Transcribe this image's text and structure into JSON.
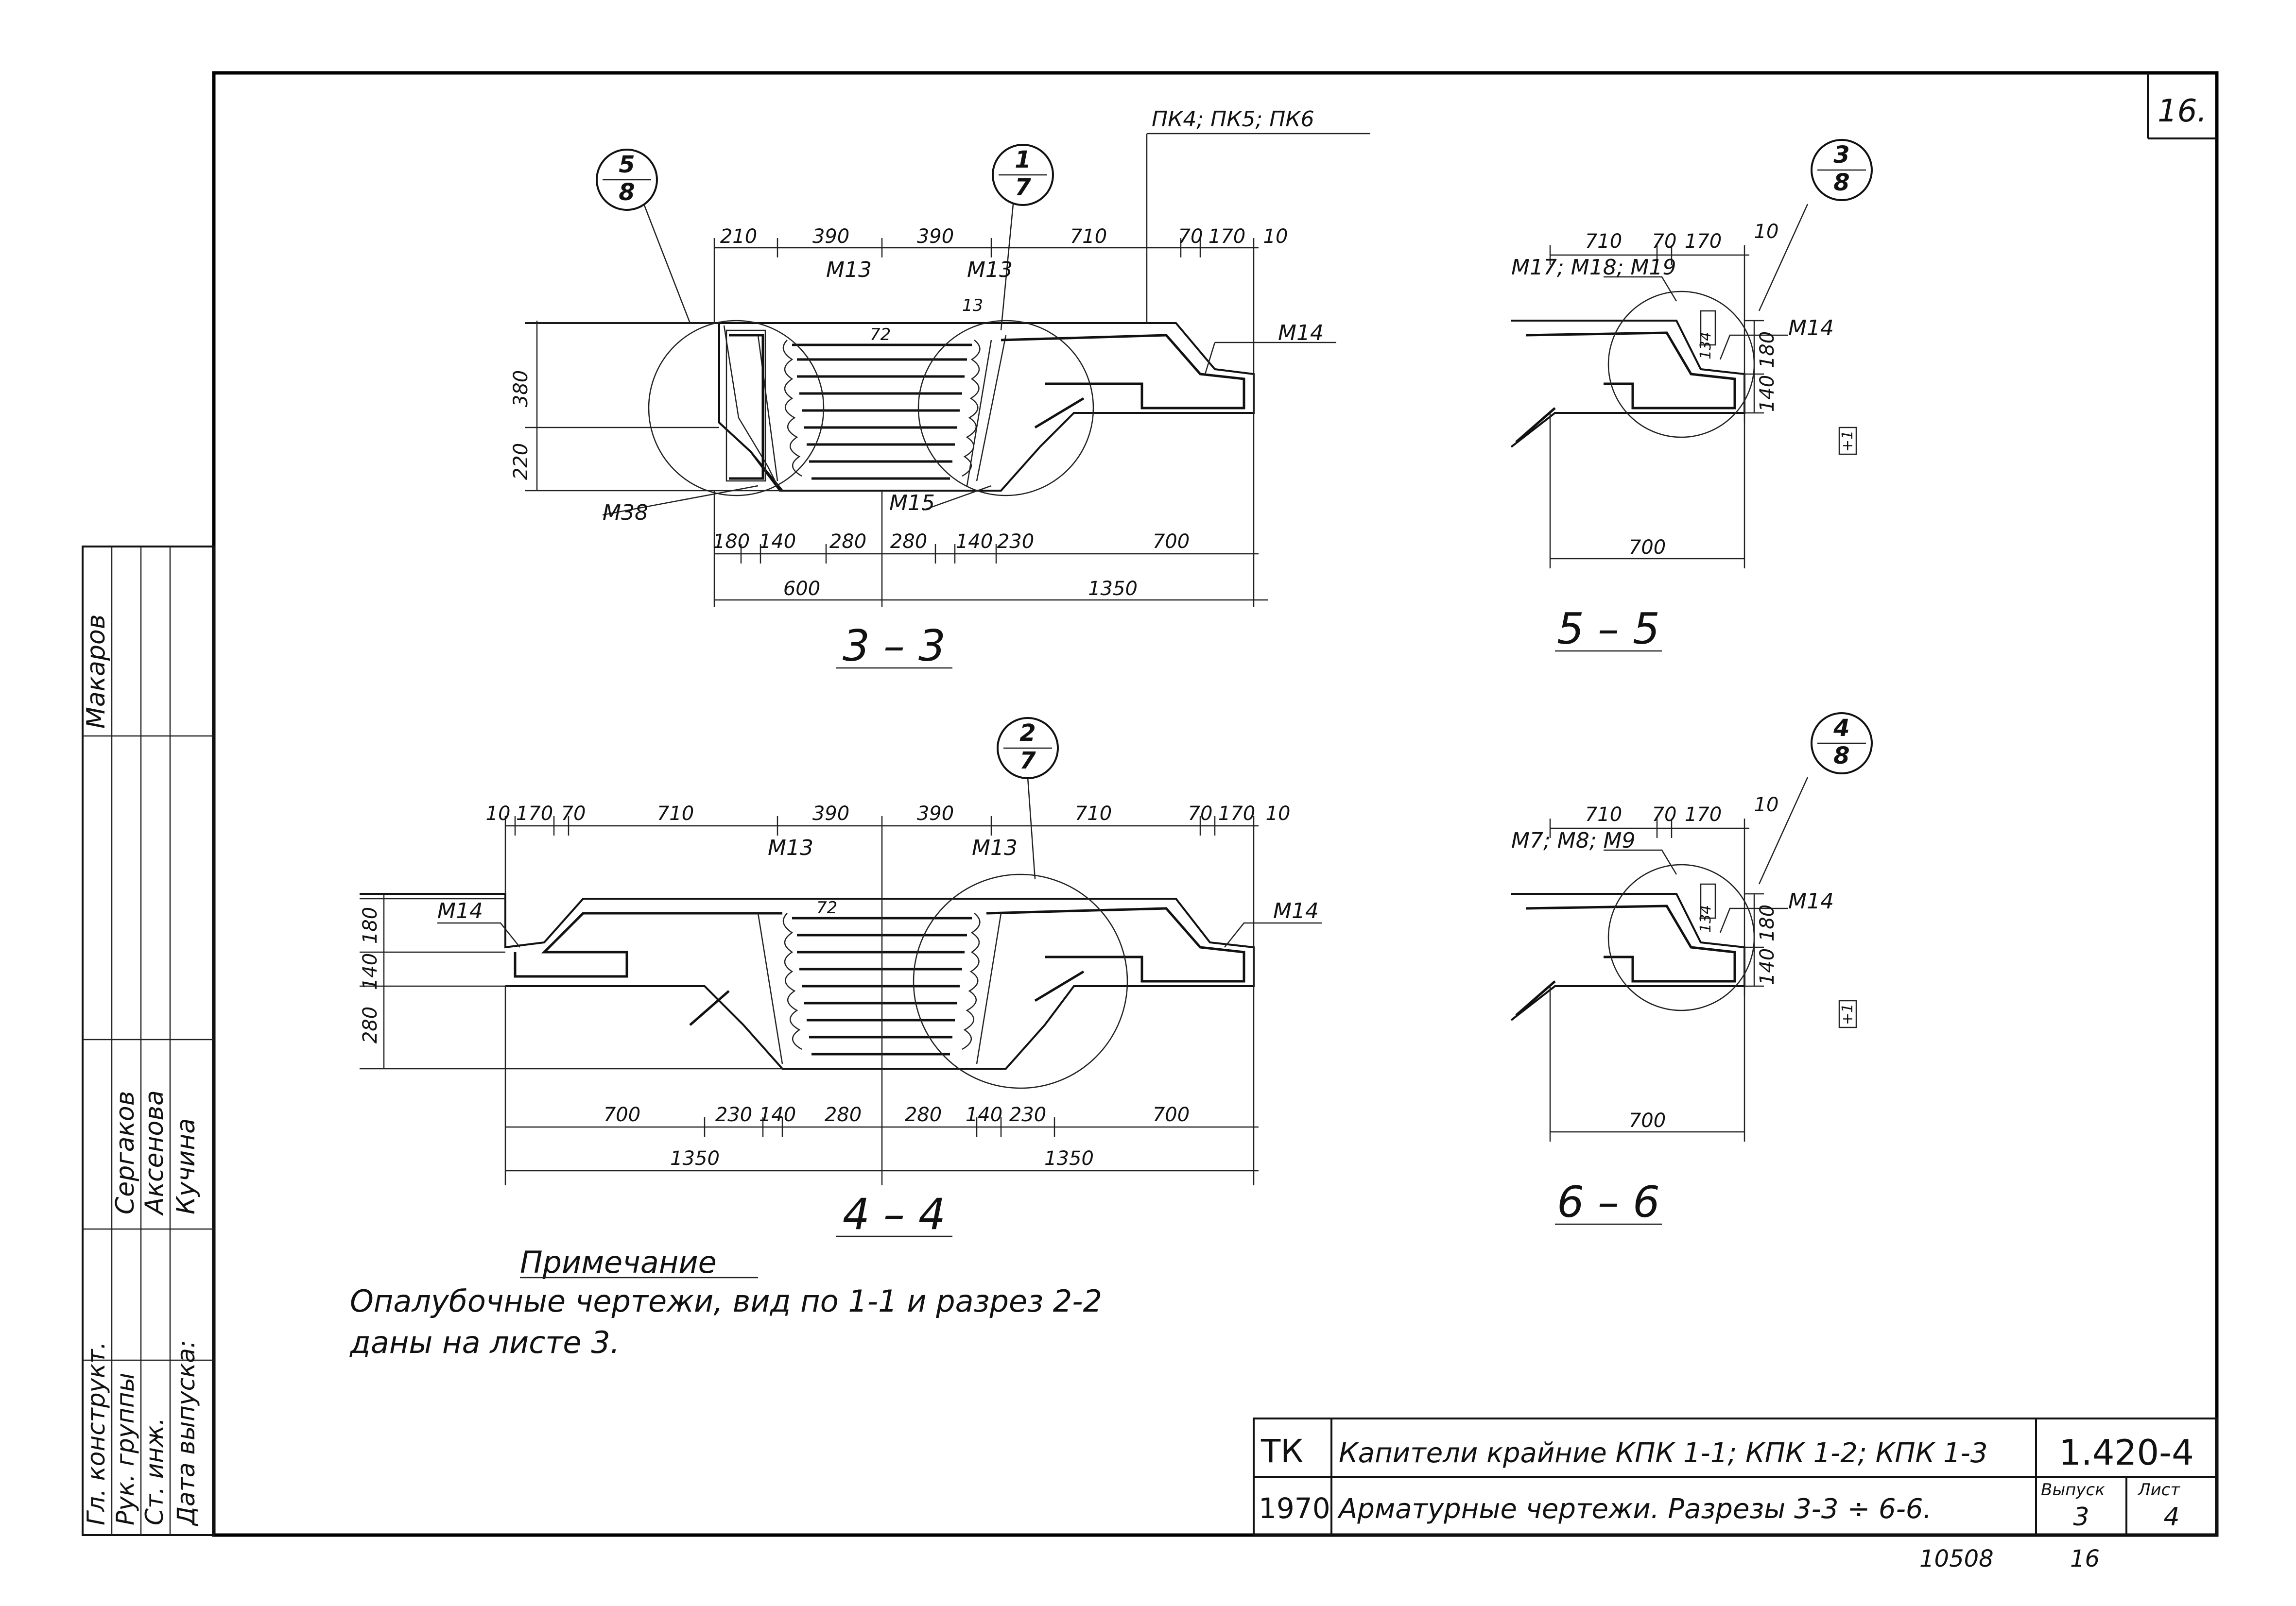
{
  "sheet_number": "16.",
  "archive_number": "10508",
  "page_number_bottom": "16",
  "section_3_3": {
    "title": "3 – 3",
    "bubbles": [
      {
        "top": "5",
        "bottom": "8"
      },
      {
        "top": "1",
        "bottom": "7"
      }
    ],
    "leader_label": "ПК4; ПК5; ПК6",
    "top_dims": [
      "210",
      "390",
      "390",
      "710",
      "70",
      "170",
      "10"
    ],
    "marks": [
      "М13",
      "М13",
      "М14",
      "М38",
      "М15",
      "72",
      "13"
    ],
    "left_dims": [
      "380",
      "220"
    ],
    "bottom_dims": [
      "180",
      "140",
      "280",
      "280",
      "140",
      "230",
      "700"
    ],
    "total_dims": [
      "600",
      "1350"
    ]
  },
  "section_4_4": {
    "title": "4 – 4",
    "bubble": {
      "top": "2",
      "bottom": "7"
    },
    "top_dims": [
      "10",
      "170",
      "70",
      "710",
      "390",
      "390",
      "710",
      "70",
      "170",
      "10"
    ],
    "marks": [
      "М13",
      "М13",
      "М14",
      "М14",
      "72"
    ],
    "left_dims": [
      "180",
      "140",
      "280"
    ],
    "bottom_dims": [
      "700",
      "230",
      "140",
      "280",
      "280",
      "140",
      "230",
      "700"
    ],
    "total_dims": [
      "1350",
      "1350"
    ]
  },
  "section_5_5": {
    "title": "5 – 5",
    "bubble": {
      "top": "3",
      "bottom": "8"
    },
    "top_dims": [
      "710",
      "70",
      "170",
      "10"
    ],
    "marks": [
      "М17; М18; М19",
      "М14",
      "134",
      "+1"
    ],
    "right_dims": [
      "180",
      "140"
    ],
    "bottom_dim": "700"
  },
  "section_6_6": {
    "title": "6 – 6",
    "bubble": {
      "top": "4",
      "bottom": "8"
    },
    "top_dims": [
      "710",
      "70",
      "170",
      "10"
    ],
    "marks": [
      "М7; М8; М9",
      "М14",
      "134",
      "+1"
    ],
    "right_dims": [
      "180",
      "140"
    ],
    "bottom_dim": "700"
  },
  "note": {
    "heading": "Примечание",
    "line1": "Опалубочные чертежи, вид по 1-1 и разрез 2-2",
    "line2": "даны на листе 3."
  },
  "title_block": {
    "org": "ТК",
    "year": "1970",
    "name_line1": "Капители крайние КПК 1-1; КПК 1-2; КПК 1-3",
    "name_line2": "Арматурные чертежи. Разрезы 3-3 ÷ 6-6.",
    "doc_code": "1.420-4",
    "issue_label": "Выпуск",
    "issue_value": "3",
    "sheet_label": "Лист",
    "sheet_value": "4"
  },
  "signature_block": {
    "roles": [
      "Гл. конструкт.",
      "Рук. группы",
      "Ст. инж.",
      "Дата выпуска:"
    ],
    "names": [
      "Макаров",
      "Сергаков",
      "Аксенова",
      "Кучина"
    ]
  }
}
